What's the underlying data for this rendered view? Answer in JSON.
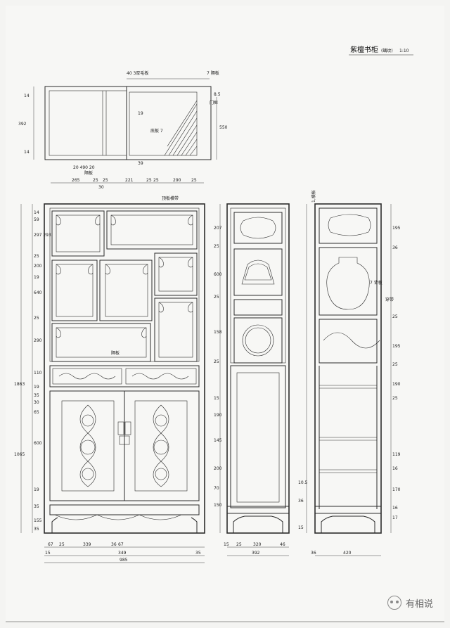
{
  "drawing": {
    "title": "紫檀书柜",
    "title_note": "(螭纹)",
    "scale": "1:10",
    "plan_labels": {
      "board": "底板 7",
      "door_side": "门框",
      "dim_a": "40 3厚毛板",
      "dim_b": "7 隔板",
      "width_note": "20 490 20",
      "bottom_note": "隔板"
    },
    "annotations": {
      "top_rail": "顶板横带",
      "side_note": "7 背板",
      "inner_note": "隔板",
      "right_note": "1,横枨",
      "right_note_2": "穿带"
    },
    "top_dims": [
      "265",
      "25",
      "25",
      "221",
      "25",
      "25",
      "290",
      "25"
    ],
    "mid_dims": [
      "30"
    ],
    "left_dims": [
      "14",
      "59",
      "297 293",
      "25",
      "200",
      "19",
      "640",
      "25",
      "290",
      "110",
      "19",
      "35",
      "1863",
      "30",
      "1065",
      "65",
      "600",
      "19",
      "35",
      "155",
      "35"
    ],
    "front_bottom_dims": [
      "67",
      "25",
      "339",
      "36",
      "67",
      "15",
      "35",
      "349",
      "985"
    ],
    "side_bottom_dims": [
      "15",
      "25",
      "320",
      "46",
      "392"
    ],
    "right_bottom_dims": [
      "36",
      "420"
    ],
    "side_dims": [
      "207",
      "25",
      "600",
      "25",
      "158",
      "25",
      "15",
      "190",
      "145",
      "200",
      "70",
      "150"
    ],
    "right_dims": [
      "195",
      "36",
      "25",
      "195",
      "25",
      "190",
      "25",
      "119",
      "16",
      "170",
      "16",
      "17",
      "10.5",
      "36",
      "15"
    ],
    "plan_dims": [
      "14",
      "392",
      "14",
      "8.5",
      "550",
      "19",
      "39"
    ]
  },
  "watermark": {
    "text": "有相说",
    "icon": "wechat-icon"
  }
}
